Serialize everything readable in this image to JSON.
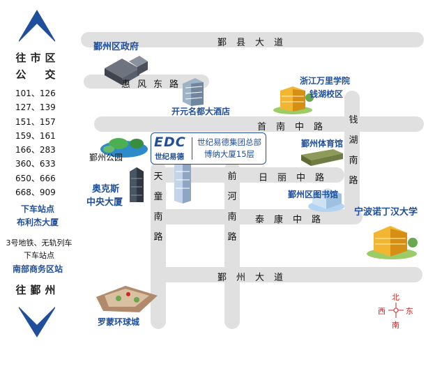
{
  "side": {
    "title_line1": "往市区",
    "title_line2": "公　交",
    "buses": [
      [
        "101、",
        "126"
      ],
      [
        "127、",
        "139"
      ],
      [
        "151、",
        "157"
      ],
      [
        "159、",
        "161"
      ],
      [
        "166、",
        "283"
      ],
      [
        "360、",
        "633"
      ],
      [
        "650、",
        "666"
      ],
      [
        "668、",
        "909"
      ]
    ],
    "stop_label": "下车站点",
    "stop_name": "布利杰大厦",
    "metro_line": "3号地铁、无轨列车",
    "stop_label2": "下车站点",
    "stop_name2": "南部商务区站",
    "bottom_title": "往鄞州"
  },
  "roads": {
    "yinxian": "鄞县大道",
    "huifeng": "惠风东路",
    "shounan": "首南中路",
    "rili": "日丽中路",
    "taikang": "泰康中路",
    "yinzhou": "鄞州大道",
    "tiantong": "天童南路",
    "qianhe": "前河南路",
    "qianhu": "钱湖南路"
  },
  "places": {
    "gov": "鄞州区政府",
    "kaiyuan": "开元名都大酒店",
    "wanli_1": "浙江万里学院",
    "wanli_2": "钱湖校区",
    "tiyuguan": "鄞州体育馆",
    "park": "鄞州公园",
    "aokesi_1": "奥克斯",
    "aokesi_2": "中央大厦",
    "library": "鄞州区图书馆",
    "nottingham": "宁波诺丁汉大学",
    "luomeng": "罗蒙环球城"
  },
  "callout": {
    "logo": "EDC",
    "logo_sub": "世纪易德",
    "line1": "世纪易德集团总部",
    "line2": "博纳大厦15层"
  },
  "compass": {
    "n": "北",
    "s": "南",
    "w": "西",
    "e": "东"
  },
  "colors": {
    "road": "#e0e0e0",
    "accent": "#1f4f9a",
    "compass": "#c62828"
  }
}
